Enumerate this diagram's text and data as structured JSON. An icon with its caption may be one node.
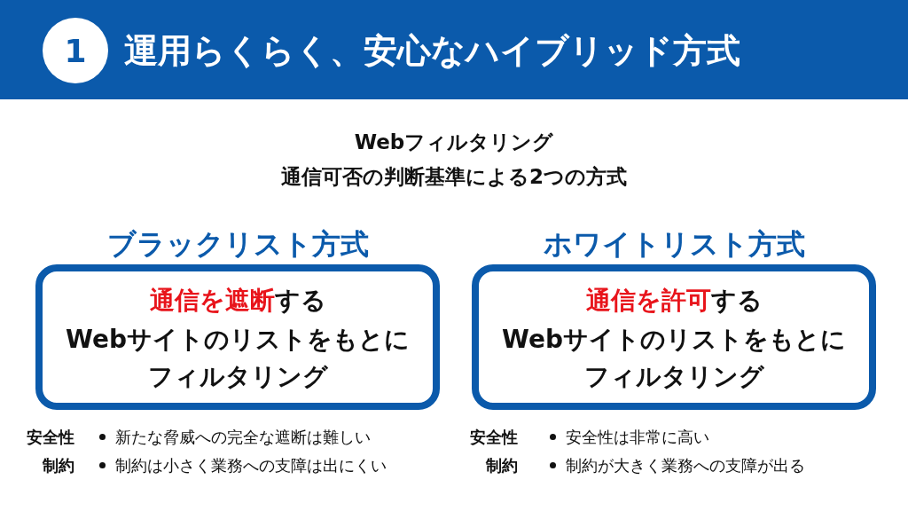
{
  "diagram": {
    "title": "運用らくらく、安心なハイブリッド方式",
    "nodes": [
      {
        "text": [
          "1"
        ]
      },
      {
        "text": [
          "ブラックリスト方式",
          "通信を遮断",
          "する",
          "Webサイトのリストをもとに",
          "フィルタリング"
        ]
      },
      {
        "text": [
          "ホワイトリスト方式",
          "通信を許可",
          "する",
          "Webサイトのリストをもとに",
          "フィルタリング"
        ]
      }
    ],
    "edges": [],
    "labels": [
      "Webフィルタリング",
      "通信可否の判断基準による2つの方式",
      "安全性",
      "新たな脅威への完全な遮断は難しい",
      "制約",
      "制約は小さく業務への支障は出にくい",
      "安全性",
      "安全性は非常に高い",
      "制約",
      "制約が大きく業務への支障が出る"
    ]
  }
}
